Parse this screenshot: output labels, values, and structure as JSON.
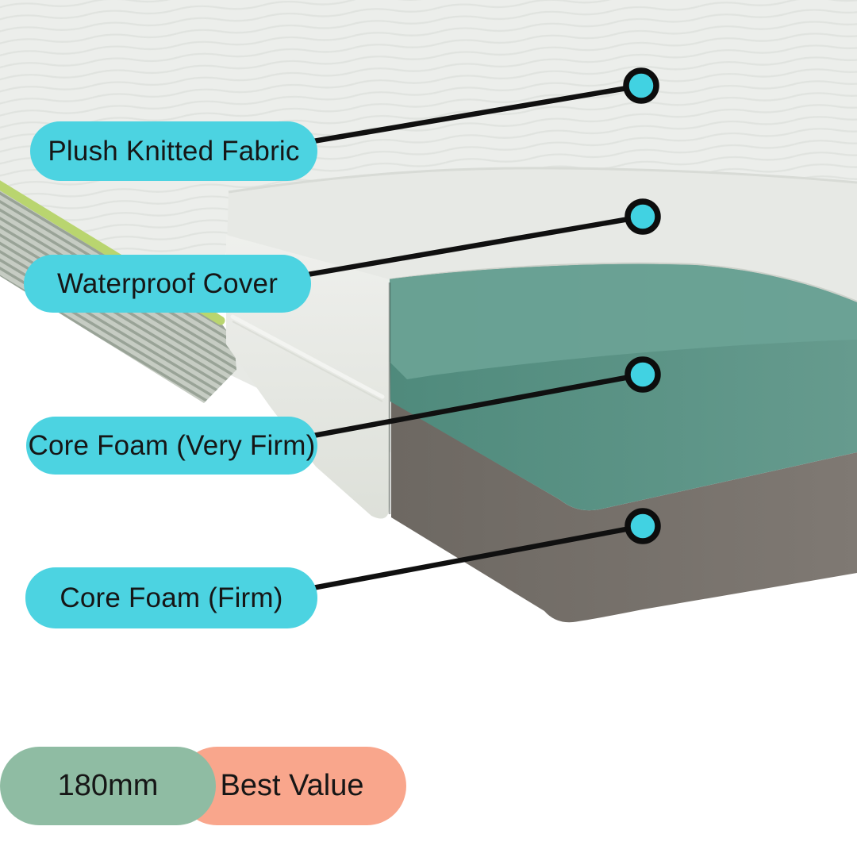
{
  "callouts": [
    {
      "label": "Plush Knitted Fabric"
    },
    {
      "label": "Waterproof Cover"
    },
    {
      "label": "Core Foam (Very Firm)"
    },
    {
      "label": "Core Foam (Firm)"
    }
  ],
  "badges": {
    "thickness": "180mm",
    "value": "Best Value"
  },
  "colors": {
    "pill": "#4CD3E1",
    "dot": "#41D2E2",
    "thickness_badge": "#8FBCA3",
    "value_badge": "#F9A68C",
    "foam_top": "#6CA396",
    "foam_front": "#5E9587",
    "foam_gray": "#78726C",
    "piping": "#B9D56F",
    "fabric": "#ECEEEB",
    "cover": "#E7E9E5"
  }
}
